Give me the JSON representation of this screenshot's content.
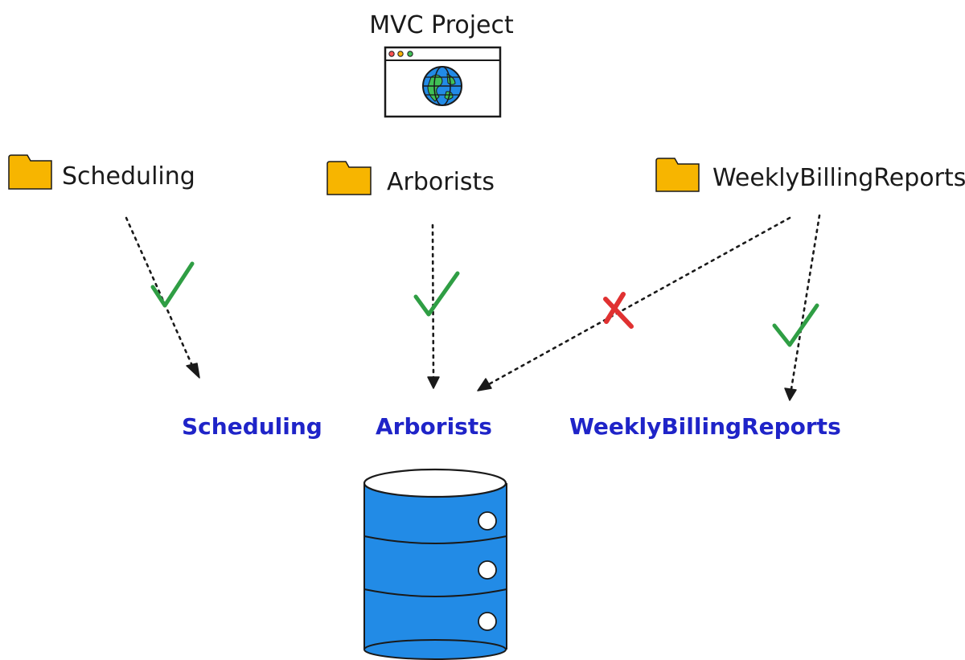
{
  "project": {
    "title": "MVC Project",
    "icon": "browser-window-globe-icon"
  },
  "folders": [
    {
      "label": "Scheduling",
      "icon": "folder-icon"
    },
    {
      "label": "Arborists",
      "icon": "folder-icon"
    },
    {
      "label": "WeeklyBillingReports",
      "icon": "folder-icon"
    }
  ],
  "schemas": [
    {
      "label": "Scheduling"
    },
    {
      "label": "Arborists"
    },
    {
      "label": "WeeklyBillingReports"
    }
  ],
  "mappings": [
    {
      "from": "Scheduling",
      "to": "Scheduling",
      "status": "allowed",
      "icon": "check-icon"
    },
    {
      "from": "Arborists",
      "to": "Arborists",
      "status": "allowed",
      "icon": "check-icon"
    },
    {
      "from": "WeeklyBillingReports",
      "to": "Arborists",
      "status": "denied",
      "icon": "cross-icon"
    },
    {
      "from": "WeeklyBillingReports",
      "to": "WeeklyBillingReports",
      "status": "allowed",
      "icon": "check-icon"
    }
  ],
  "database": {
    "icon": "database-icon"
  },
  "colors": {
    "folder": "#f7b500",
    "schema_text": "#1f24c8",
    "database": "#228be6",
    "check": "#2f9e44",
    "cross": "#e03131",
    "ink": "#1a1a1a"
  }
}
